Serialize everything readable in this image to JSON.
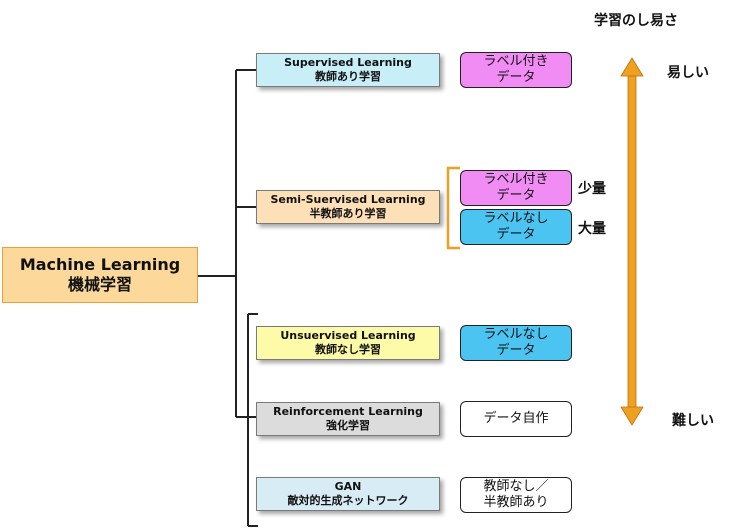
{
  "header": {
    "ease_title": "学習のし易さ"
  },
  "arrow": {
    "top_label": "易しい",
    "bottom_label": "難しい",
    "color": "#f0a020"
  },
  "root": {
    "line1": "Machine Learning",
    "line2": "機械学習",
    "color": "#fcd89a"
  },
  "categories": [
    {
      "en": "Supervised Learning",
      "jp": "教師あり学習",
      "color": "#c8eef8"
    },
    {
      "en": "Semi-Suervised  Learning",
      "jp": "半教師あり学習",
      "color": "#fde0b8"
    },
    {
      "en": "Unsuervised  Learning",
      "jp": "教師なし学習",
      "color": "#fdfaa8"
    },
    {
      "en": "Reinforcement Learning",
      "jp": "強化学習",
      "color": "#dcdcdc"
    },
    {
      "en": "GAN",
      "jp": "敵対的生成ネットワーク",
      "color": "#d8ecf6"
    }
  ],
  "data_boxes": [
    {
      "line1": "ラベル付き",
      "line2": "データ",
      "color": "#f28cf5"
    },
    {
      "line1": "ラベル付き",
      "line2": "データ",
      "color": "#f28cf5",
      "note": "少量"
    },
    {
      "line1": "ラベルなし",
      "line2": "データ",
      "color": "#4cc4f2",
      "note": "大量"
    },
    {
      "line1": "ラベルなし",
      "line2": "データ",
      "color": "#4cc4f2"
    },
    {
      "line1": "データ自作",
      "line2": "",
      "color": "#ffffff"
    },
    {
      "line1": "教師なし／",
      "line2": "半教師あり",
      "color": "#ffffff"
    }
  ],
  "colors": {
    "bracket_orange": "#f0a020",
    "line": "#222222"
  }
}
